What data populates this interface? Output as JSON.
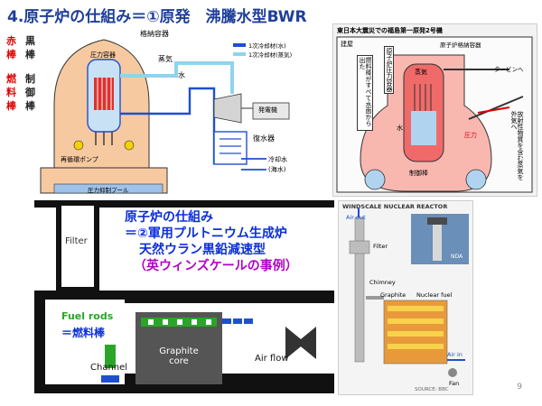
{
  "slide": {
    "title": "4.原子炉の仕組み＝①原発　沸騰水型BWR",
    "page_number": "9"
  },
  "bwr": {
    "left_labels": [
      {
        "red": "赤",
        "black": "黒"
      },
      {
        "red": "棒",
        "black": "棒"
      },
      {
        "red": "燃",
        "black": "制"
      },
      {
        "red": "料",
        "black": "御"
      },
      {
        "red": "棒",
        "black": "棒"
      }
    ],
    "containment_label": "格納容器",
    "pressure_vessel_label": "圧力容器",
    "steam_label": "蒸気",
    "water_label": "水",
    "legend_primary_water": "1次冷却材(水)",
    "legend_primary_steam": "1次冷却材(蒸気)",
    "generator_label": "発電機",
    "condenser_label": "復水器",
    "coolant_label": "冷却水",
    "seawater_label": "(海水)",
    "recirc_pump_label": "再循環ポンプ",
    "suppression_pool_label": "圧力抑制プール"
  },
  "fukushima": {
    "header": "東日本大震災での福島第一原発2号機",
    "building_label": "建屋",
    "containment_label": "原子炉格納容器",
    "pressure_vessel_label": "原子炉圧力容器",
    "fuel_rod_note": "燃料棒がすべて水面から出た",
    "steam_label": "蒸気",
    "water_label": "水",
    "pressure_label": "圧力",
    "control_rod_label": "制御棒",
    "turbine_label": "タービンへ",
    "release_note": "放射性物質を含む蒸気を外気へ"
  },
  "windscale": {
    "heading_line1": "原子炉の仕組み",
    "heading_line2": "＝②軍用プルトニウム生成炉",
    "heading_line3": "天然ウラン黒鉛減速型",
    "heading_line4": "（英ウィンズケールの事例）",
    "filter_label": "Filter",
    "fuel_rods_label": "Fuel rods",
    "fuel_rods_green": "Fuel rods",
    "fuel_rods_jp": "＝燃料棒",
    "channel_label": "Channel",
    "graphite_label": "Graphite\ncore",
    "air_flow_label": "Air flow"
  },
  "diagram_small": {
    "header": "WINDSCALE NUCLEAR REACTOR",
    "air_out": "Air out",
    "filter": "Filter",
    "chimney": "Chimney",
    "graphite": "Graphite",
    "nuclear_fuel": "Nuclear fuel",
    "air_in": "Air in",
    "fan": "Fan",
    "source": "SOURCE: BBC",
    "nda": "NDA"
  },
  "colors": {
    "title_blue": "#1f3f99",
    "accent_red": "#e00000",
    "building_orange": "#f7c9a0",
    "water_blue": "#1f4fd0",
    "heading_blue": "#0c2fd8",
    "heading_purple": "#b400c8",
    "fuel_green": "#2aa52a",
    "reactor_orange": "#e89a3a"
  }
}
